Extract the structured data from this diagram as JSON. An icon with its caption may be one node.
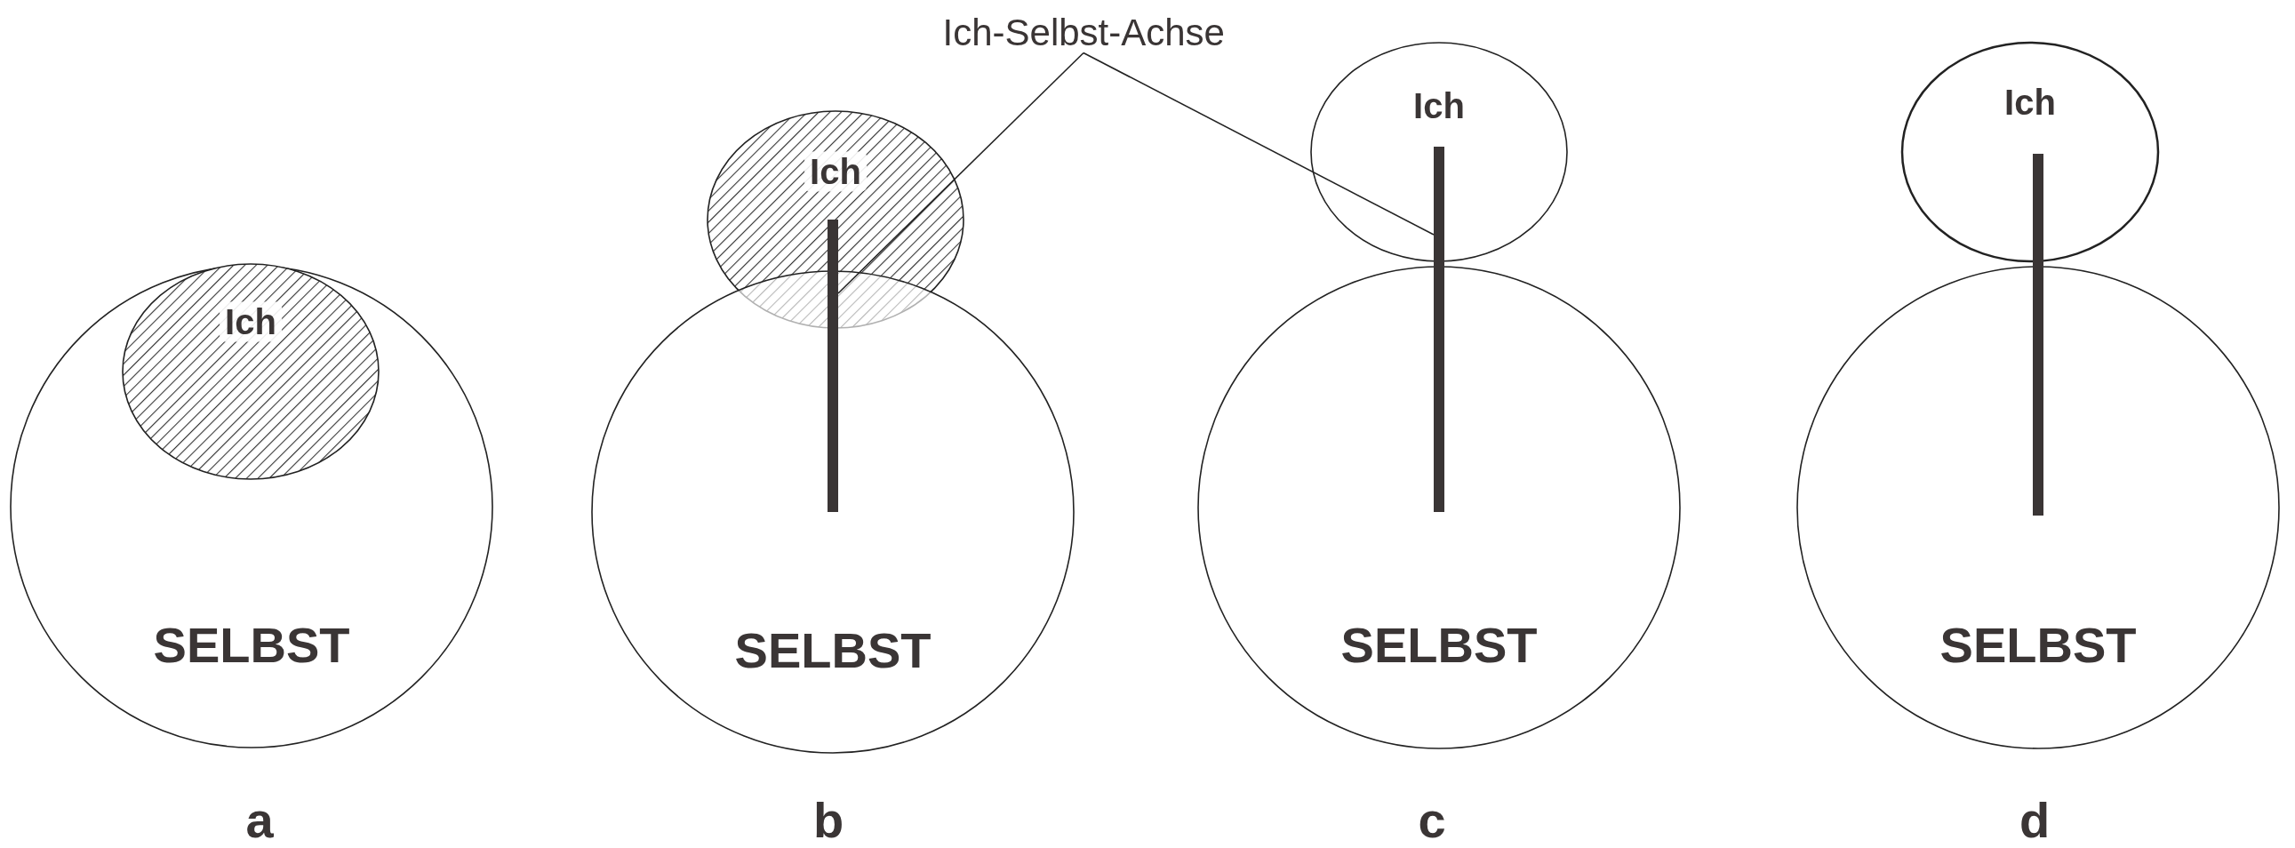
{
  "diagram": {
    "nodes": [
      {
        "text": [
          "SELBST"
        ]
      },
      {
        "text": [
          "Ich"
        ],
        "in": 0
      },
      {
        "text": [
          "Ich"
        ]
      },
      {
        "text": [
          "SELBST"
        ]
      },
      {
        "text": [],
        "shape": "bar"
      },
      {
        "text": [
          "Ich-Selbst-Achse"
        ]
      },
      {
        "text": [
          "Ich"
        ]
      },
      {
        "text": [],
        "shape": "bar"
      },
      {
        "text": [
          "SELBST"
        ]
      },
      {
        "text": [
          "Ich"
        ]
      },
      {
        "text": [],
        "shape": "bar"
      },
      {
        "text": [
          "SELBST"
        ]
      }
    ],
    "edges": [
      {
        "from": 5,
        "to": 4,
        "arrow": "none"
      },
      {
        "from": 5,
        "to": 7,
        "arrow": "none"
      }
    ],
    "labels": [
      "a",
      "b",
      "c",
      "d"
    ]
  }
}
